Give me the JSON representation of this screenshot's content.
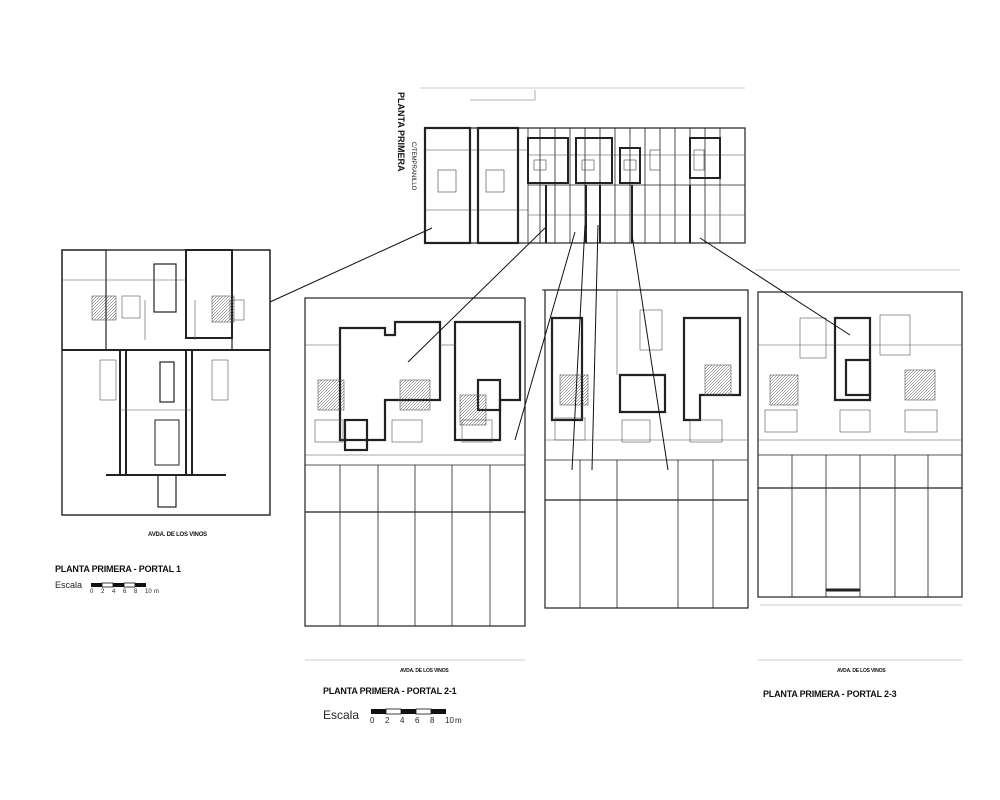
{
  "drawing": {
    "key_plan_title": "PLANTA PRIMERA",
    "key_plan_subtitle": "C/TEMPRANILLO",
    "portal1": {
      "title": "PLANTA PRIMERA - PORTAL 1",
      "street": "AVDA. DE LOS VINOS",
      "scale_label": "Escala",
      "scale_numbers": [
        "0",
        "2",
        "4",
        "6",
        "8",
        "10",
        "m"
      ]
    },
    "portal21": {
      "title": "PLANTA PRIMERA - PORTAL 2-1",
      "street": "AVDA. DE LOS VINOS",
      "scale_label": "Escala",
      "scale_numbers": [
        "0",
        "2",
        "4",
        "6",
        "8",
        "10",
        "m"
      ]
    },
    "portal23": {
      "title": "PLANTA PRIMERA - PORTAL 2-3",
      "street": "AVDA. DE LOS VINOS"
    }
  }
}
